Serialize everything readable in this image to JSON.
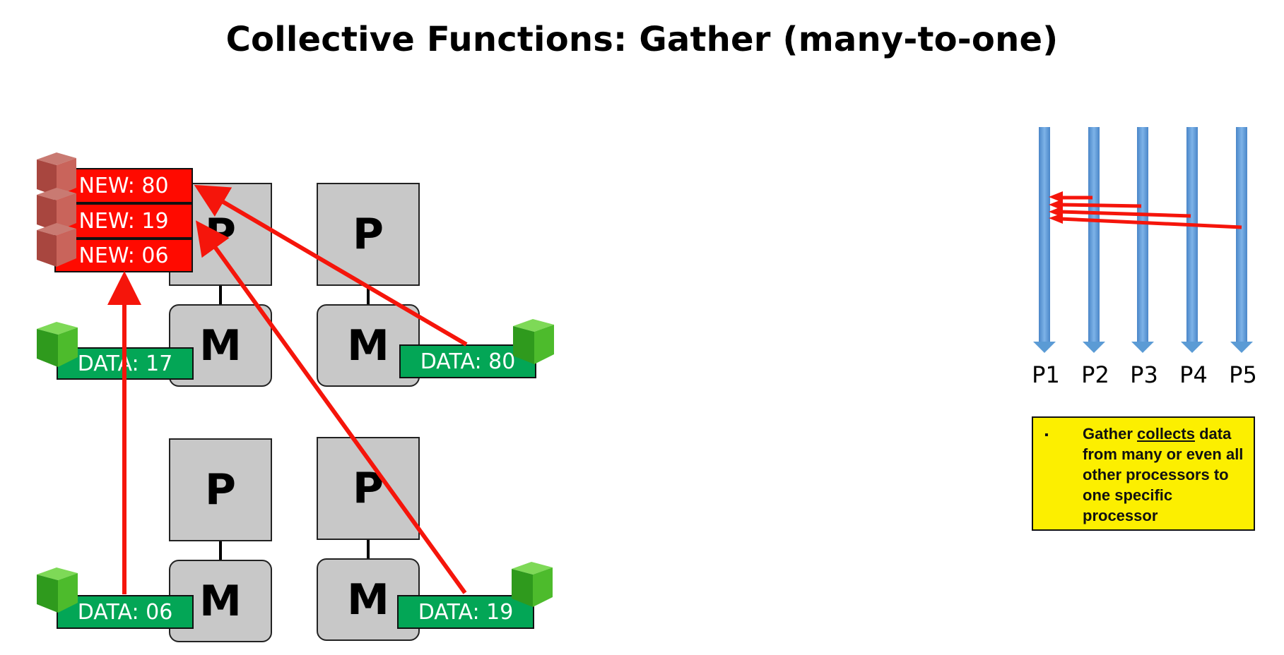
{
  "title": "Collective Functions: Gather (many-to-one)",
  "nodes": {
    "processor_label": "P",
    "memory_label": "M"
  },
  "data_labels": {
    "top_left": "DATA: 17",
    "top_right": "DATA: 80",
    "bottom_left": "DATA: 06",
    "bottom_right": "DATA: 19"
  },
  "gathered_labels": [
    "NEW: 80",
    "NEW: 19",
    "NEW: 06"
  ],
  "processes": [
    "P1",
    "P2",
    "P3",
    "P4",
    "P5"
  ],
  "note": {
    "bullet": "▪",
    "text_before": "Gather ",
    "underlined": "collects",
    "text_after": " data from many or even all other processors to one specific processor"
  },
  "colors": {
    "data_green": "#03a656",
    "new_red": "#ff0a00",
    "arrow_red": "#f5150b",
    "lane_blue": "#5b9bd5",
    "note_yellow": "#fcef00",
    "node_gray": "#c8c8c8"
  }
}
